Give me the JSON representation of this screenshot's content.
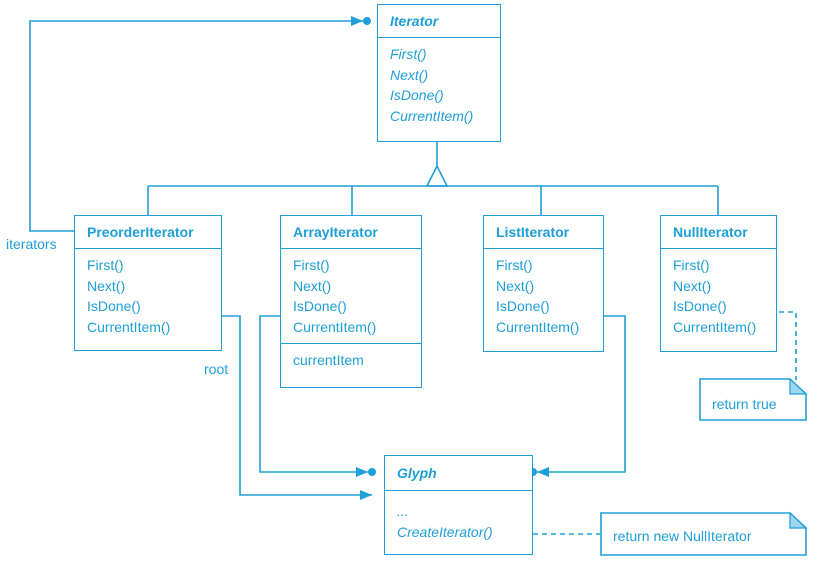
{
  "colors": {
    "line": "#1e9fd8",
    "background": "#ffffff"
  },
  "classes": {
    "iterator": {
      "name": "Iterator",
      "ops": [
        "First()",
        "Next()",
        "IsDone()",
        "CurrentItem()"
      ]
    },
    "preorder": {
      "name": "PreorderIterator",
      "ops": [
        "First()",
        "Next()",
        "IsDone()",
        "CurrentItem()"
      ]
    },
    "array": {
      "name": "ArrayIterator",
      "ops": [
        "First()",
        "Next()",
        "IsDone()",
        "CurrentItem()"
      ],
      "attrs": [
        "currentItem"
      ]
    },
    "list": {
      "name": "ListIterator",
      "ops": [
        "First()",
        "Next()",
        "IsDone()",
        "CurrentItem()"
      ]
    },
    "null": {
      "name": "NullIterator",
      "ops": [
        "First()",
        "Next()",
        "IsDone()",
        "CurrentItem()"
      ]
    },
    "glyph": {
      "name": "Glyph",
      "ops": [
        "...",
        "CreateIterator()"
      ]
    }
  },
  "labels": {
    "iterators": "iterators",
    "root": "root"
  },
  "notes": {
    "return_true": "return true",
    "return_null": "return new NullIterator"
  }
}
